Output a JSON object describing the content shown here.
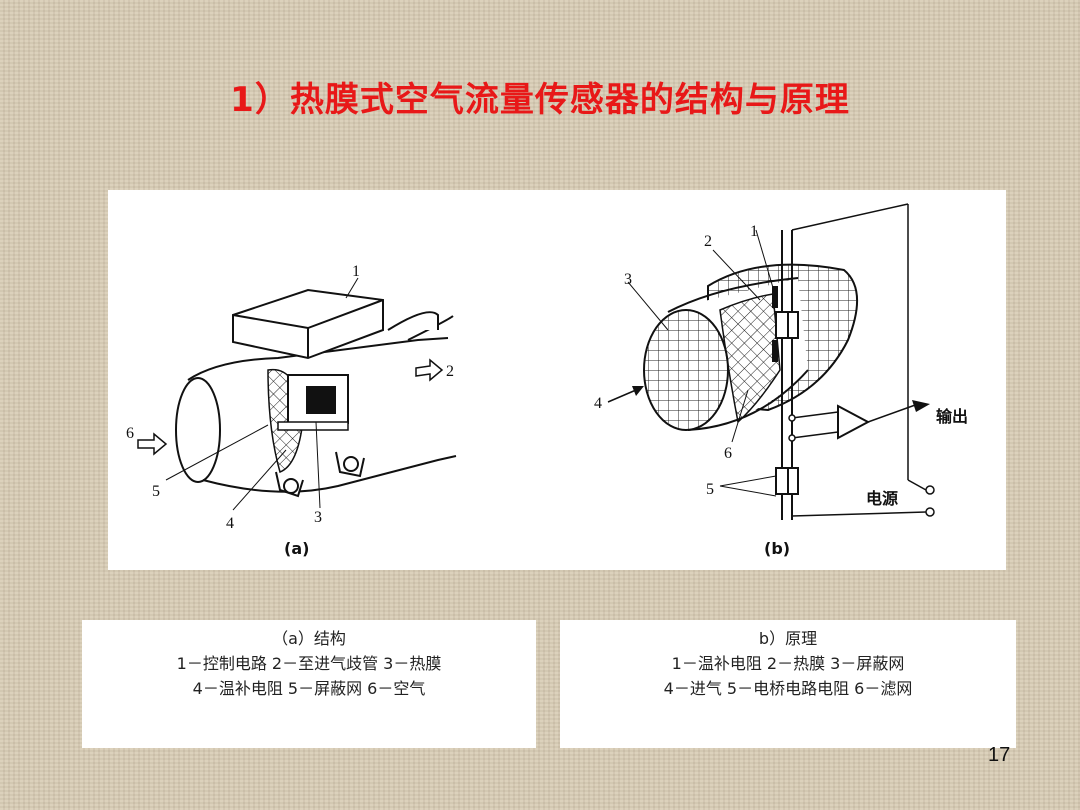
{
  "title": "1）热膜式空气流量传感器的结构与原理",
  "figure_a": {
    "panel_label": "(a)",
    "labels": {
      "n1": "1",
      "n2": "2",
      "n3": "3",
      "n4": "4",
      "n5": "5",
      "n6": "6"
    }
  },
  "figure_b": {
    "panel_label": "(b)",
    "labels": {
      "n1": "1",
      "n2": "2",
      "n3": "3",
      "n4": "4",
      "n5": "5",
      "n6": "6"
    },
    "output_label": "输出",
    "power_label": "电源"
  },
  "caption_a": {
    "heading": "（a）结构",
    "line1": "1－控制电路  2－至进气歧管  3－热膜",
    "line2": "4－温补电阻  5－屏蔽网  6－空气"
  },
  "caption_b": {
    "heading": "b）原理",
    "line1": "1－温补电阻  2－热膜  3－屏蔽网",
    "line2": "4－进气  5－电桥电路电阻  6－滤网"
  },
  "page_number": "17",
  "colors": {
    "title": "#e81818",
    "background": "#d8ccb4"
  }
}
